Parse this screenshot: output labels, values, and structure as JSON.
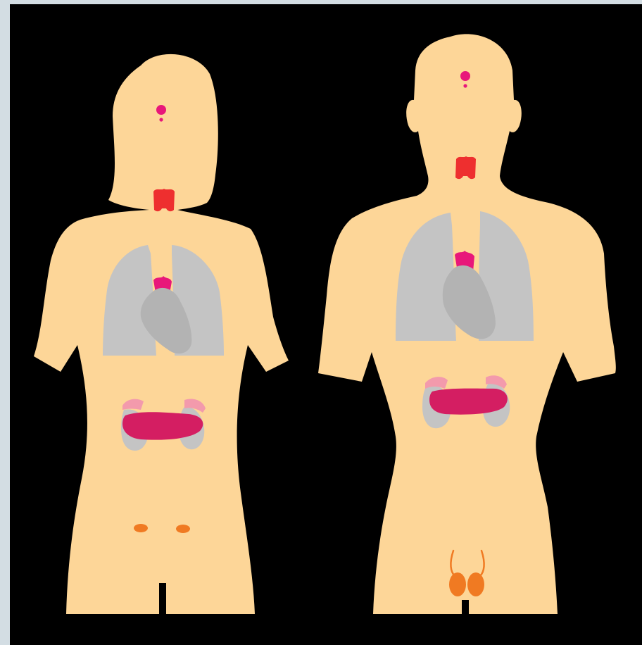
{
  "figures": [
    {
      "id": "female",
      "organs": [
        "pituitary-gland",
        "thyroid-gland",
        "lungs",
        "thymus",
        "heart",
        "adrenal-glands",
        "kidneys",
        "pancreas",
        "ovaries"
      ]
    },
    {
      "id": "male",
      "organs": [
        "pituitary-gland",
        "thyroid-gland",
        "lungs",
        "thymus",
        "heart",
        "adrenal-glands",
        "kidneys",
        "pancreas",
        "testes"
      ]
    }
  ],
  "colors": {
    "frame": "#d3dde3",
    "background": "#000000",
    "skin": "#fdd698",
    "gland_magenta": "#e8177a",
    "thyroid_red": "#ee2f2f",
    "organ_gray": "#c4c4c4",
    "heart_gray": "#b3b3b3",
    "pancreas": "#d41e62",
    "adrenal_pink": "#f39aac",
    "gonad_orange": "#f07a22"
  }
}
